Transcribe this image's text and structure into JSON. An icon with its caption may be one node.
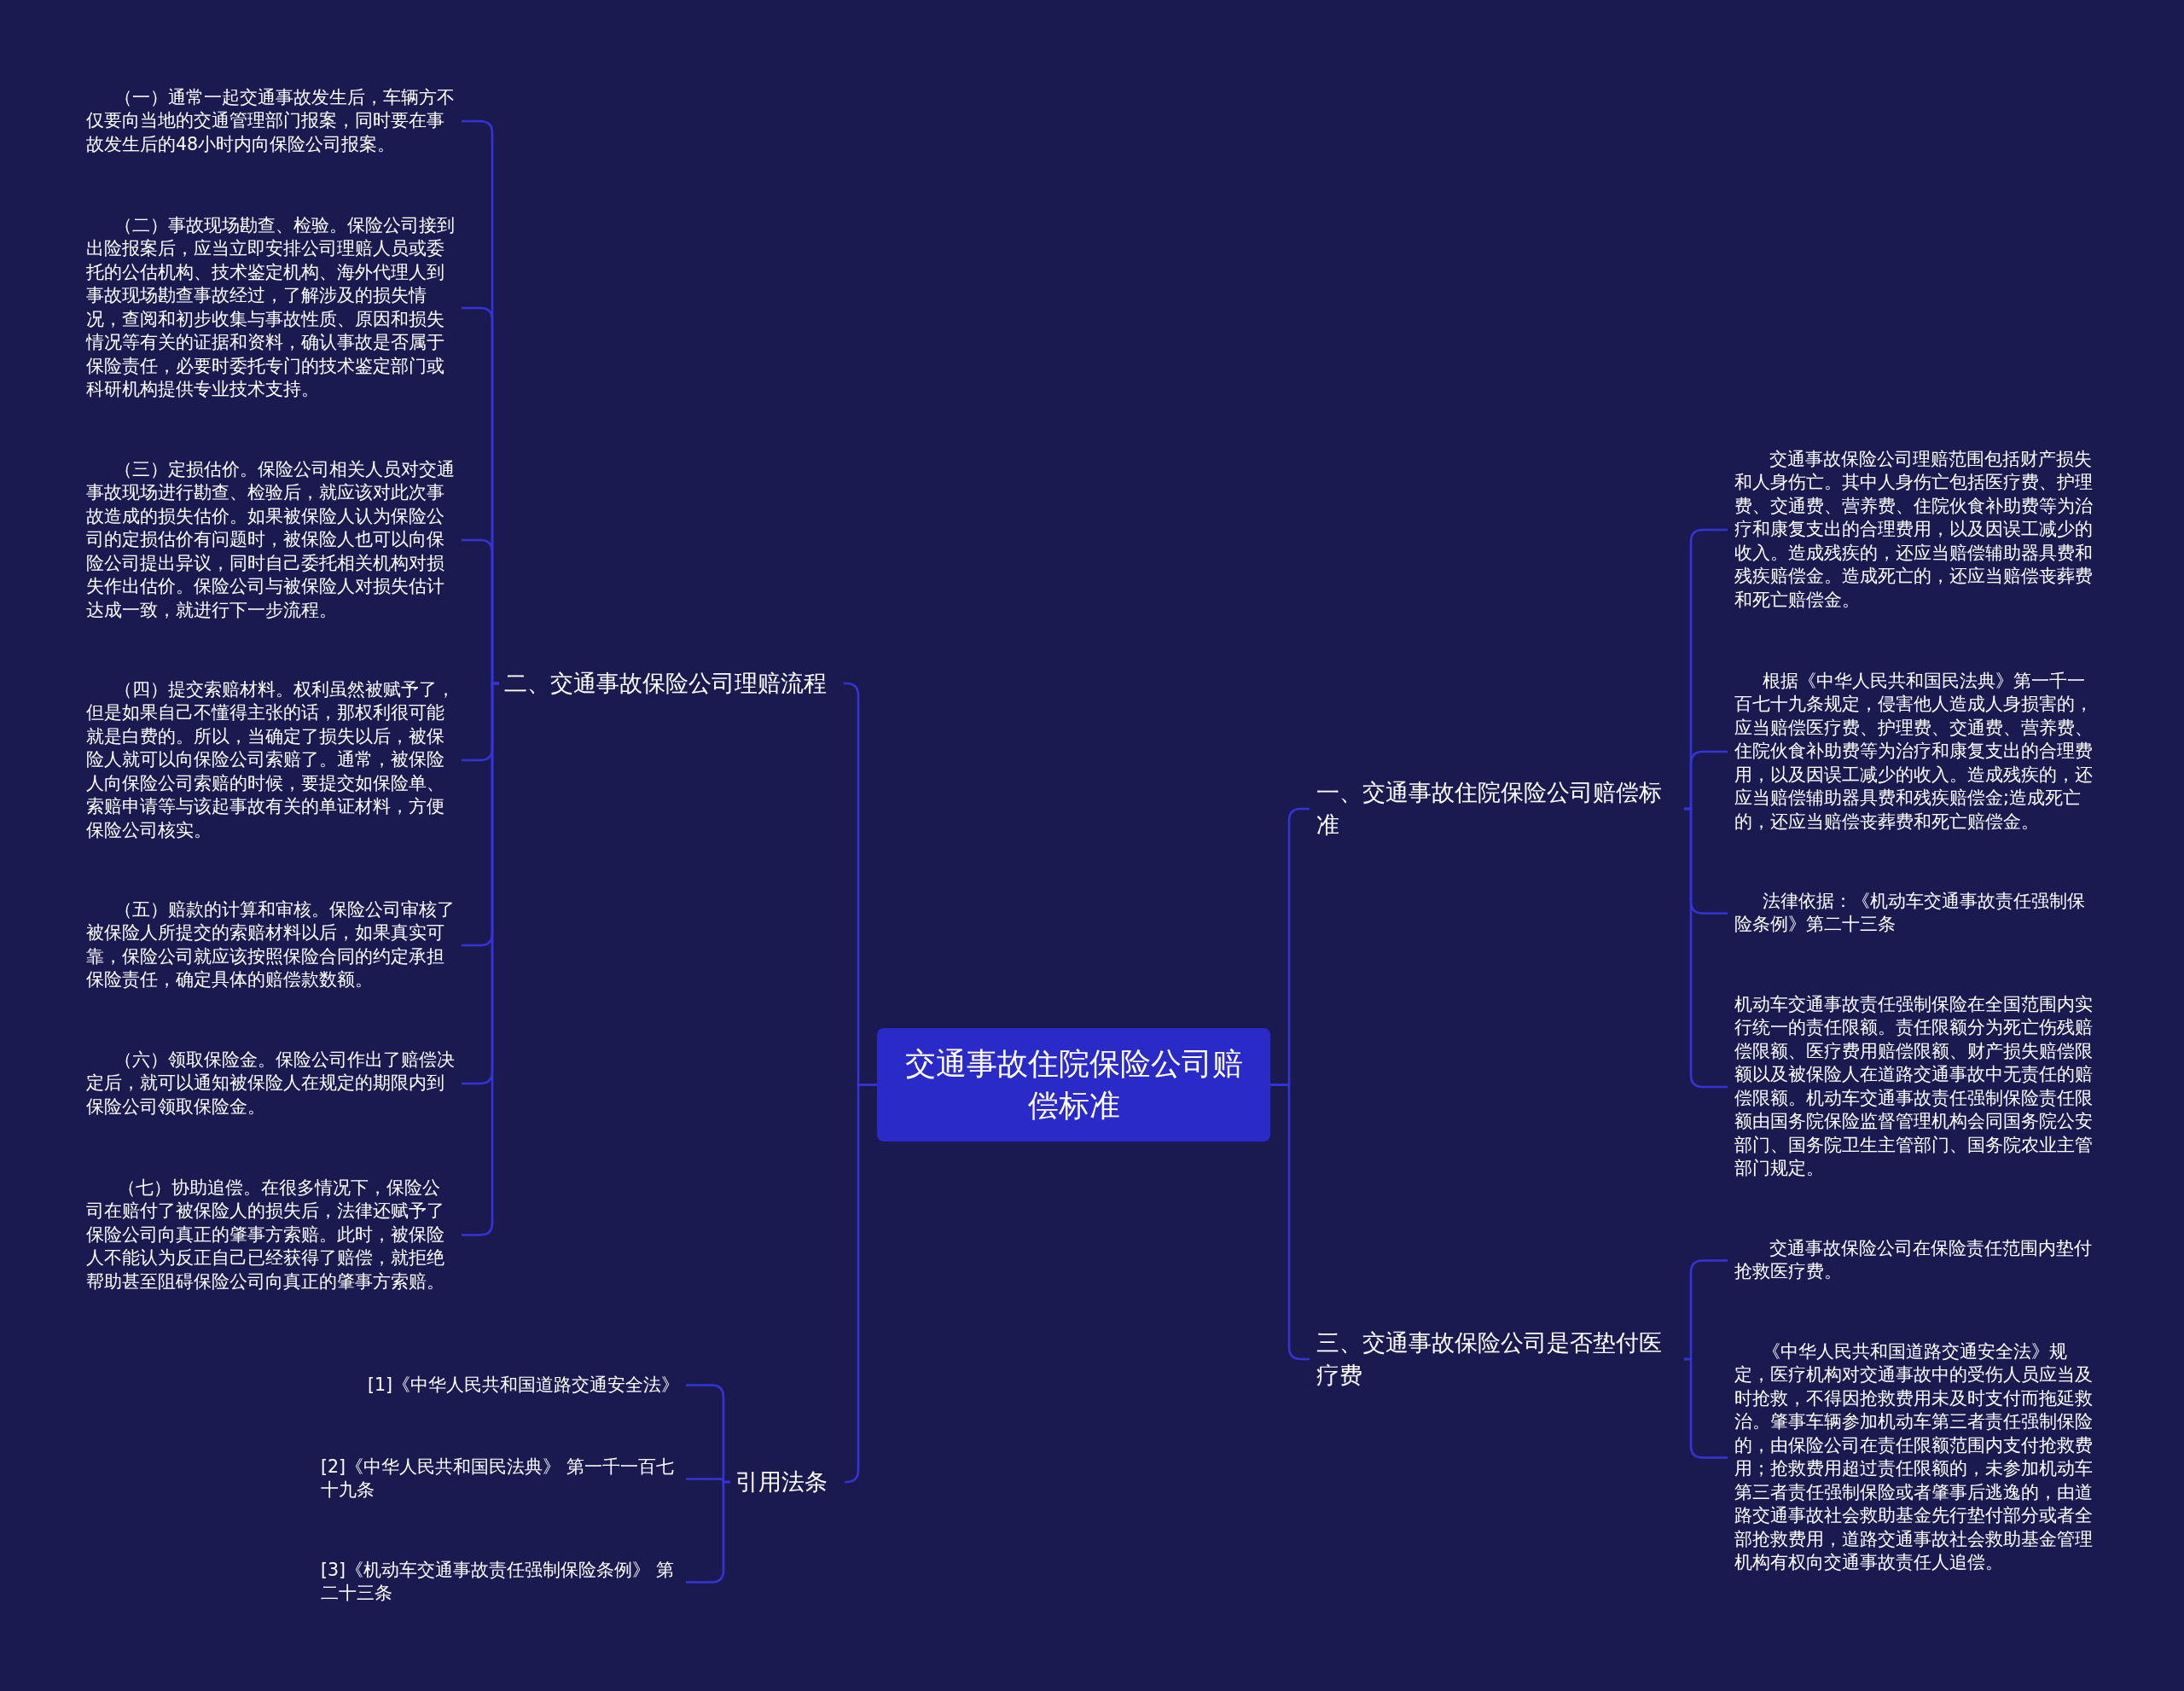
{
  "diagram": {
    "nodes": [
      {
        "text": [
          "交通事故住院保险公司赔偿标准"
        ]
      },
      {
        "text": [
          "一、交通事故住院保险公司赔偿标准"
        ]
      },
      {
        "text": [
          "交通事故保险公司理赔范围包括财产损失和人身伤亡。其中人身伤亡包括医疗费、护理费、交通费、营养费、住院伙食补助费等为治疗和康复支出的合理费用，以及因误工减少的收入。造成残疾的，还应当赔偿辅助器具费和残疾赔偿金。造成死亡的，还应当赔偿丧葬费和死亡赔偿金。"
        ]
      },
      {
        "text": [
          "根据《中华人民共和国民法典》第一千一百七十九条规定，侵害他人造成人身损害的，应当赔偿医疗费、护理费、交通费、营养费、住院伙食补助费等为治疗和康复支出的合理费用，以及因误工减少的收入。造成残疾的，还应当赔偿辅助器具费和残疾赔偿金;造成死亡的，还应当赔偿丧葬费和死亡赔偿金。"
        ]
      },
      {
        "text": [
          "法律依据：《机动车交通事故责任强制保险条例》第二十三条"
        ]
      },
      {
        "text": [
          "机动车交通事故责任强制保险在全国范围内实行统一的责任限额。责任限额分为死亡伤残赔偿限额、医疗费用赔偿限额、财产损失赔偿限额以及被保险人在道路交通事故中无责任的赔偿限额。机动车交通事故责任强制保险责任限额由国务院保险监督管理机构会同国务院公安部门、国务院卫生主管部门、国务院农业主管部门规定。"
        ]
      },
      {
        "text": [
          "二、交通事故保险公司理赔流程"
        ]
      },
      {
        "text": [
          "（一）通常一起交通事故发生后，车辆方不仅要向当地的交通管理部门报案，同时要在事故发生后的48小时内向保险公司报案。"
        ]
      },
      {
        "text": [
          "（二）事故现场勘查、检验。保险公司接到出险报案后，应当立即安排公司理赔人员或委托的公估机构、技术鉴定机构、海外代理人到事故现场勘查事故经过，了解涉及的损失情况，查阅和初步收集与事故性质、原因和损失情况等有关的证据和资料，确认事故是否属于保险责任，必要时委托专门的技术鉴定部门或科研机构提供专业技术支持。"
        ]
      },
      {
        "text": [
          "（三）定损估价。保险公司相关人员对交通事故现场进行勘查、检验后，就应该对此次事故造成的损失估价。如果被保险人认为保险公司的定损估价有问题时，被保险人也可以向保险公司提出异议，同时自己委托相关机构对损失作出估价。保险公司与被保险人对损失估计达成一致，就进行下一步流程。"
        ]
      },
      {
        "text": [
          "（四）提交索赔材料。权利虽然被赋予了，但是如果自己不懂得主张的话，那权利很可能就是白费的。所以，当确定了损失以后，被保险人就可以向保险公司索赔了。通常，被保险人向保险公司索赔的时候，要提交如保险单、索赔申请等与该起事故有关的单证材料，方便保险公司核实。"
        ]
      },
      {
        "text": [
          "（五）赔款的计算和审核。保险公司审核了被保险人所提交的索赔材料以后，如果真实可靠，保险公司就应该按照保险合同的约定承担保险责任，确定具体的赔偿款数额。"
        ]
      },
      {
        "text": [
          "（六）领取保险金。保险公司作出了赔偿决定后，就可以通知被保险人在规定的期限内到保险公司领取保险金。"
        ]
      },
      {
        "text": [
          "（七）协助追偿。在很多情况下，保险公司在赔付了被保险人的损失后，法律还赋予了保险公司向真正的肇事方索赔。此时，被保险人不能认为反正自己已经获得了赔偿，就拒绝帮助甚至阻碍保险公司向真正的肇事方索赔。"
        ]
      },
      {
        "text": [
          "三、交通事故保险公司是否垫付医疗费"
        ]
      },
      {
        "text": [
          "交通事故保险公司在保险责任范围内垫付抢救医疗费。"
        ]
      },
      {
        "text": [
          "《中华人民共和国道路交通安全法》规定，医疗机构对交通事故中的受伤人员应当及时抢救，不得因抢救费用未及时支付而拖延救治。肇事车辆参加机动车第三者责任强制保险的，由保险公司在责任限额范围内支付抢救费用；抢救费用超过责任限额的，未参加机动车第三者责任强制保险或者肇事后逃逸的，由道路交通事故社会救助基金先行垫付部分或者全部抢救费用，道路交通事故社会救助基金管理机构有权向交通事故责任人追偿。"
        ]
      },
      {
        "text": [
          "引用法条"
        ]
      },
      {
        "text": [
          "[1]《中华人民共和国道路交通安全法》"
        ]
      },
      {
        "text": [
          "[2]《中华人民共和国民法典》 第一千一百七十九条"
        ]
      },
      {
        "text": [
          "[3]《机动车交通事故责任强制保险条例》 第二十三条"
        ]
      }
    ],
    "edges": [
      {
        "from": 0,
        "to": 1,
        "arrow": "none"
      },
      {
        "from": 1,
        "to": 2,
        "arrow": "none"
      },
      {
        "from": 1,
        "to": 3,
        "arrow": "none"
      },
      {
        "from": 1,
        "to": 4,
        "arrow": "none"
      },
      {
        "from": 1,
        "to": 5,
        "arrow": "none"
      },
      {
        "from": 0,
        "to": 6,
        "arrow": "none"
      },
      {
        "from": 6,
        "to": 7,
        "arrow": "none"
      },
      {
        "from": 6,
        "to": 8,
        "arrow": "none"
      },
      {
        "from": 6,
        "to": 9,
        "arrow": "none"
      },
      {
        "from": 6,
        "to": 10,
        "arrow": "none"
      },
      {
        "from": 6,
        "to": 11,
        "arrow": "none"
      },
      {
        "from": 6,
        "to": 12,
        "arrow": "none"
      },
      {
        "from": 6,
        "to": 13,
        "arrow": "none"
      },
      {
        "from": 0,
        "to": 14,
        "arrow": "none"
      },
      {
        "from": 14,
        "to": 15,
        "arrow": "none"
      },
      {
        "from": 14,
        "to": 16,
        "arrow": "none"
      },
      {
        "from": 0,
        "to": 17,
        "arrow": "none"
      },
      {
        "from": 17,
        "to": 18,
        "arrow": "none"
      },
      {
        "from": 17,
        "to": 19,
        "arrow": "none"
      },
      {
        "from": 17,
        "to": 20,
        "arrow": "none"
      }
    ]
  }
}
